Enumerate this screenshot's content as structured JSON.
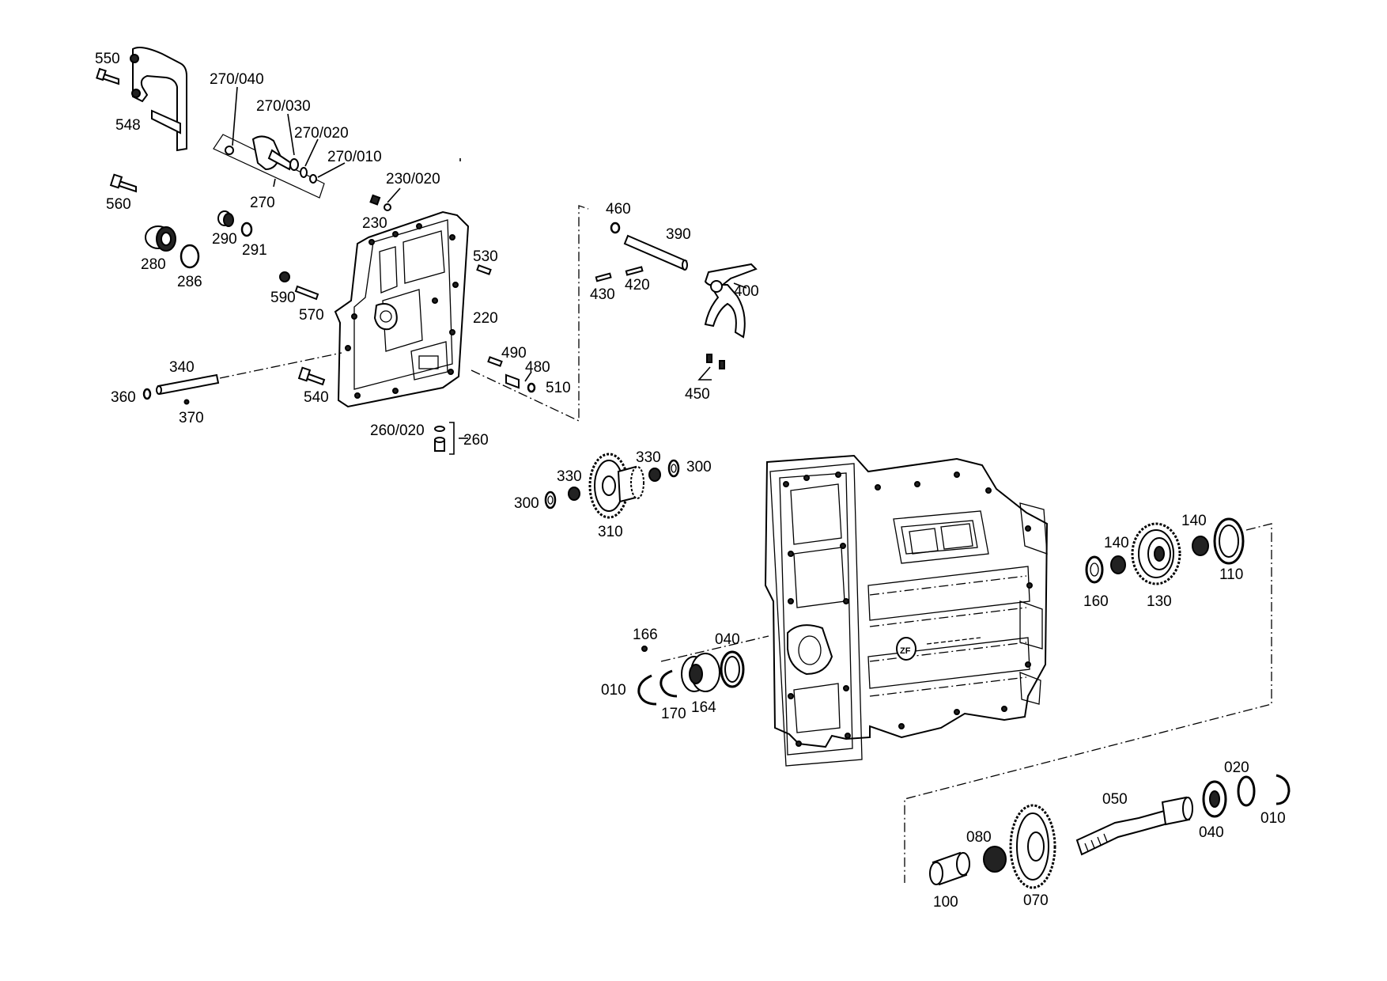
{
  "labels": {
    "p550": "550",
    "p548": "548",
    "p560": "560",
    "p280": "280",
    "p286": "286",
    "p290": "290",
    "p291": "291",
    "p270_040": "270/040",
    "p270_030": "270/030",
    "p270_020": "270/020",
    "p270_010": "270/010",
    "p270": "270",
    "p230_020": "230/020",
    "p230": "230",
    "p530": "530",
    "p220": "220",
    "p590": "590",
    "p570": "570",
    "p340": "340",
    "p360": "360",
    "p370": "370",
    "p540": "540",
    "p490": "490",
    "p480": "480",
    "p510": "510",
    "p260_020": "260/020",
    "p260": "260",
    "p460": "460",
    "p390": "390",
    "p430": "430",
    "p420": "420",
    "p400": "400",
    "p450": "450",
    "p330a": "330",
    "p330b": "330",
    "p300a": "300",
    "p300b": "300",
    "p310": "310",
    "p166": "166",
    "p040a": "040",
    "p010a": "010",
    "p170": "170",
    "p164": "164",
    "p140a": "140",
    "p140b": "140",
    "p110": "110",
    "p160": "160",
    "p130": "130",
    "p050": "050",
    "p020": "020",
    "p080": "080",
    "p040b": "040",
    "p010b": "010",
    "p100": "100",
    "p070": "070"
  }
}
